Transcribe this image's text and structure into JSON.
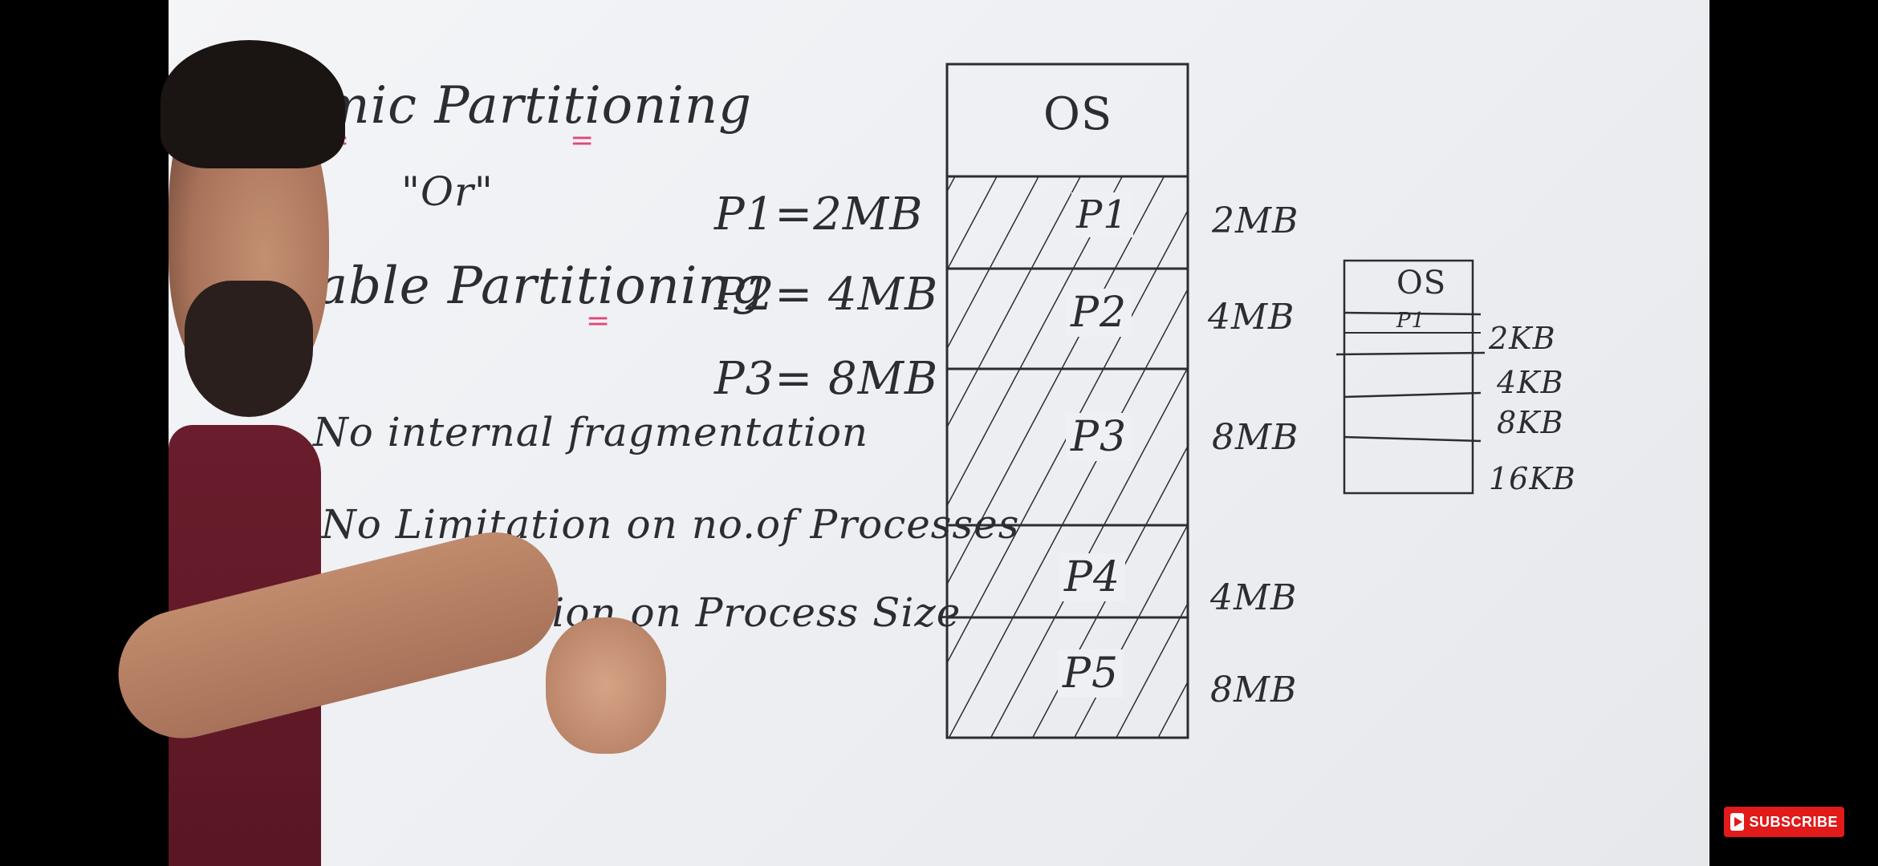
{
  "board": {
    "title_line1": "mic Partitioning",
    "title_or": "\"Or\"",
    "title_line2": "able Partitioning",
    "points": [
      "No internal fragmentation",
      "No Limitation on no.of Processes",
      "No Limitation on Process Size"
    ],
    "processes": [
      "P1=2MB",
      "P2= 4MB",
      "P3= 8MB"
    ],
    "main_memory": {
      "os_label": "OS",
      "partitions": [
        {
          "label": "P1",
          "size": "2MB"
        },
        {
          "label": "P2",
          "size": "4MB"
        },
        {
          "label": "P3",
          "size": "8MB"
        },
        {
          "label": "P4",
          "size": "4MB"
        },
        {
          "label": "P5",
          "size": "8MB"
        }
      ]
    },
    "small_memory": {
      "os_label": "OS",
      "p_label": "P1",
      "sizes": [
        "2KB",
        "4KB",
        "8KB",
        "16KB"
      ]
    }
  },
  "ui": {
    "subscribe_label": "SUBSCRIBE",
    "accent_color": "#e11a1a"
  },
  "icons": [
    "youtube-play-icon"
  ]
}
